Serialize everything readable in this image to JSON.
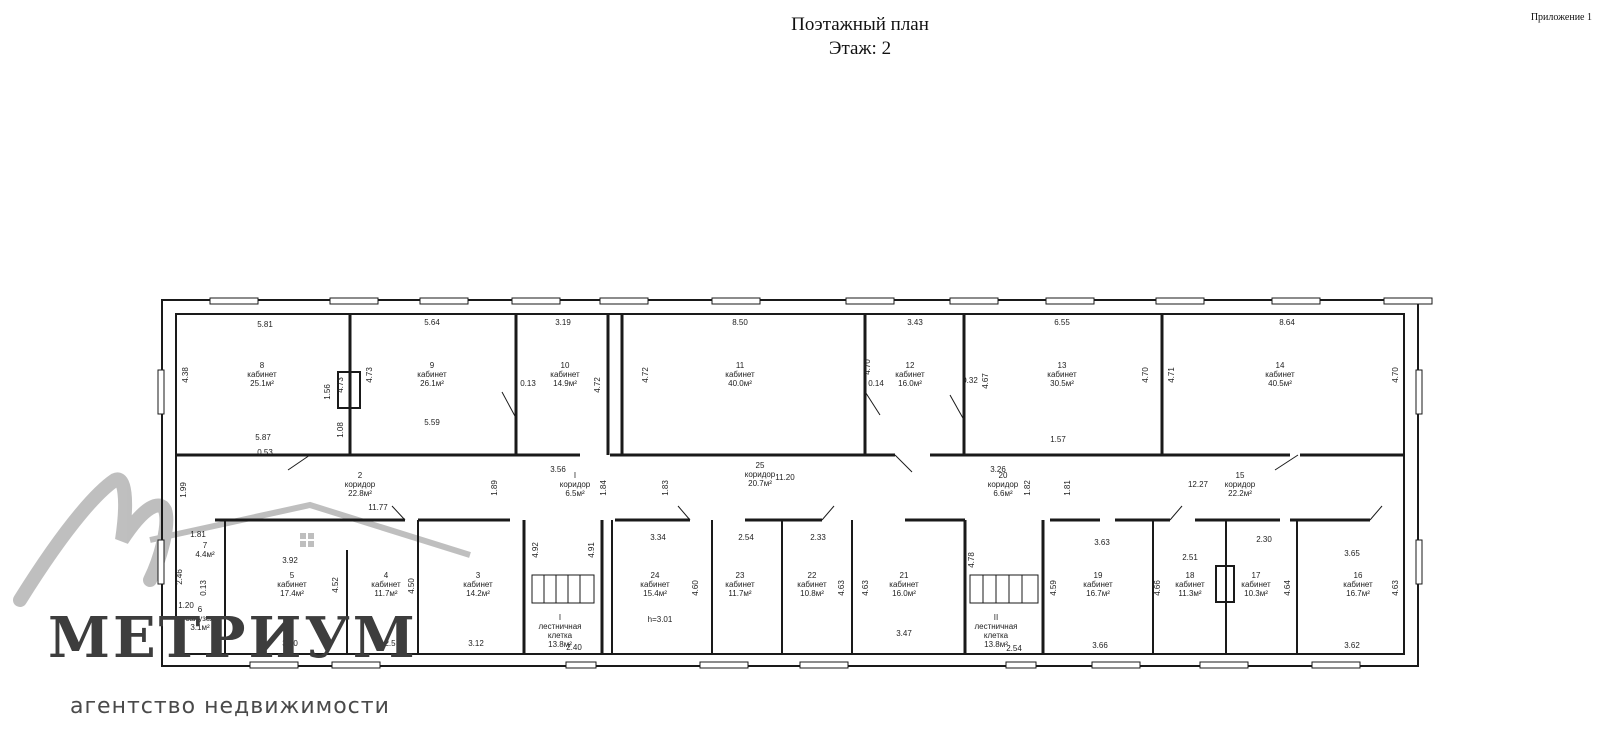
{
  "header": {
    "title": "Поэтажный план",
    "floor": "Этаж: 2",
    "appendix": "Приложение 1"
  },
  "rooms": [
    {
      "num": "8",
      "name": "кабинет",
      "area": "25.1м²"
    },
    {
      "num": "9",
      "name": "кабинет",
      "area": "26.1м²"
    },
    {
      "num": "10",
      "name": "кабинет",
      "area": "14.9м²"
    },
    {
      "num": "11",
      "name": "кабинет",
      "area": "40.0м²"
    },
    {
      "num": "12",
      "name": "кабинет",
      "area": "16.0м²"
    },
    {
      "num": "13",
      "name": "кабинет",
      "area": "30.5м²"
    },
    {
      "num": "14",
      "name": "кабинет",
      "area": "40.5м²"
    },
    {
      "num": "2",
      "name": "коридор",
      "area": "22.8м²"
    },
    {
      "num": "I",
      "name": "коридор",
      "area": "6.5м²"
    },
    {
      "num": "25",
      "name": "коридор",
      "area": "20.7м²"
    },
    {
      "num": "20",
      "name": "коридор",
      "area": "6.6м²"
    },
    {
      "num": "15",
      "name": "коридор",
      "area": "22.2м²"
    },
    {
      "num": "7",
      "name": "",
      "area": "4.4м²"
    },
    {
      "num": "6",
      "name": "санузел",
      "area": "3.1м²"
    },
    {
      "num": "5",
      "name": "кабинет",
      "area": "17.4м²"
    },
    {
      "num": "4",
      "name": "кабинет",
      "area": "11.7м²"
    },
    {
      "num": "3",
      "name": "кабинет",
      "area": "14.2м²"
    },
    {
      "num": "I",
      "name": "лестничная",
      "name2": "клетка",
      "area": "13.8м²"
    },
    {
      "num": "24",
      "name": "кабинет",
      "area": "15.4м²"
    },
    {
      "num": "23",
      "name": "кабинет",
      "area": "11.7м²"
    },
    {
      "num": "22",
      "name": "кабинет",
      "area": "10.8м²"
    },
    {
      "num": "21",
      "name": "кабинет",
      "area": "16.0м²"
    },
    {
      "num": "II",
      "name": "лестничная",
      "name2": "клетка",
      "area": "13.8м²"
    },
    {
      "num": "19",
      "name": "кабинет",
      "area": "16.7м²"
    },
    {
      "num": "18",
      "name": "кабинет",
      "area": "11.3м²"
    },
    {
      "num": "17",
      "name": "кабинет",
      "area": "10.3м²"
    },
    {
      "num": "16",
      "name": "кабинет",
      "area": "16.7м²"
    }
  ],
  "dims": [
    "5.81",
    "4.38",
    "4.73",
    "1.56",
    "1.08",
    "5.87",
    "0.53",
    "5.64",
    "4.73",
    "5.59",
    "3.19",
    "0.13",
    "4.72",
    "8.50",
    "4.72",
    "3.43",
    "4.70",
    "0.14",
    "6.55",
    "0.32",
    "4.67",
    "4.70",
    "1.57",
    "8.64",
    "4.71",
    "4.70",
    "1.99",
    "3.56",
    "1.89",
    "1.84",
    "1.83",
    "11.77",
    "11.20",
    "3.26",
    "1.82",
    "1.81",
    "12.27",
    "3.92",
    "4.52",
    "4.50",
    "3.90",
    "2.5",
    "3.12",
    "4.92",
    "4.91",
    "2.40",
    "3.34",
    "4.60",
    "h=3.01",
    "2.54",
    "2.33",
    "4.63",
    "4.63",
    "3.47",
    "4.78",
    "2.54",
    "3.63",
    "4.59",
    "3.66",
    "4.66",
    "2.51",
    "2.30",
    "3.65",
    "4.64",
    "4.63",
    "3.62",
    "2.46",
    "0.13",
    "1.20",
    "1.81"
  ],
  "logo": {
    "word": "МЕТРИУМ",
    "tagline": "агентство недвижимости"
  },
  "colors": {
    "wall": "#1a1a1a",
    "logo": "#8a8a8a"
  }
}
